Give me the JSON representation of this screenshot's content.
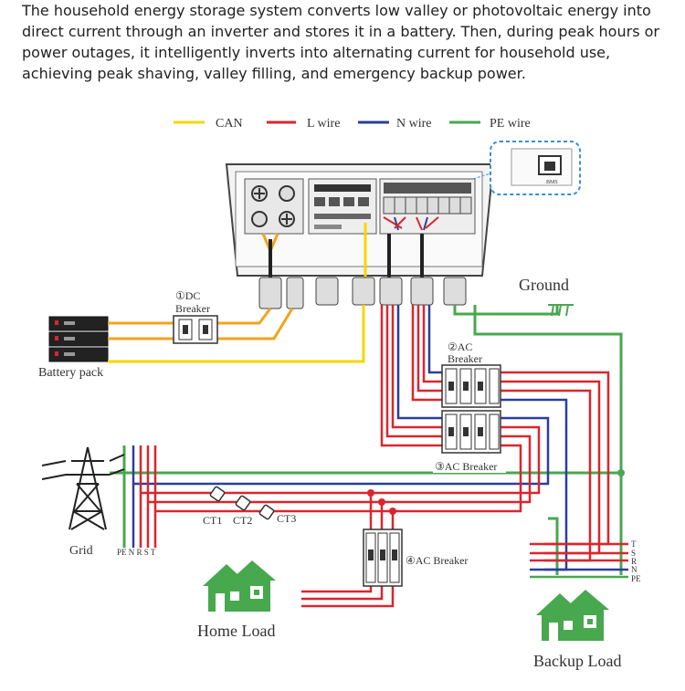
{
  "intro": "The household energy storage system converts low valley or photovoltaic energy into direct current through an inverter and stores it in a battery. Then, during peak hours or power outages, it intelligently inverts into alternating current for household use, achieving peak shaving, valley filling, and emergency backup power.",
  "legend": [
    {
      "label": "CAN",
      "color": "#f7d500"
    },
    {
      "label": "L wire",
      "color": "#d9262e"
    },
    {
      "label": "N wire",
      "color": "#2b3e9b"
    },
    {
      "label": "PE wire",
      "color": "#47a84e"
    }
  ],
  "labels": {
    "bms": "BMS",
    "dc_breaker_num": "①DC",
    "dc_breaker_word": "Breaker",
    "battery_pack": "Battery pack",
    "ground": "Ground",
    "ac2_num": "②AC",
    "ac2_word": "Breaker",
    "ac3": "③AC Breaker",
    "ac4": "④AC Breaker",
    "ct1": "CT1",
    "ct2": "CT2",
    "ct3": "CT3",
    "grid": "Grid",
    "grid_phases": "PE N R S T",
    "home_load": "Home Load",
    "backup_load": "Backup Load",
    "phase_t": "T",
    "phase_s": "S",
    "phase_r": "R",
    "phase_n": "N",
    "phase_pe": "PE"
  }
}
